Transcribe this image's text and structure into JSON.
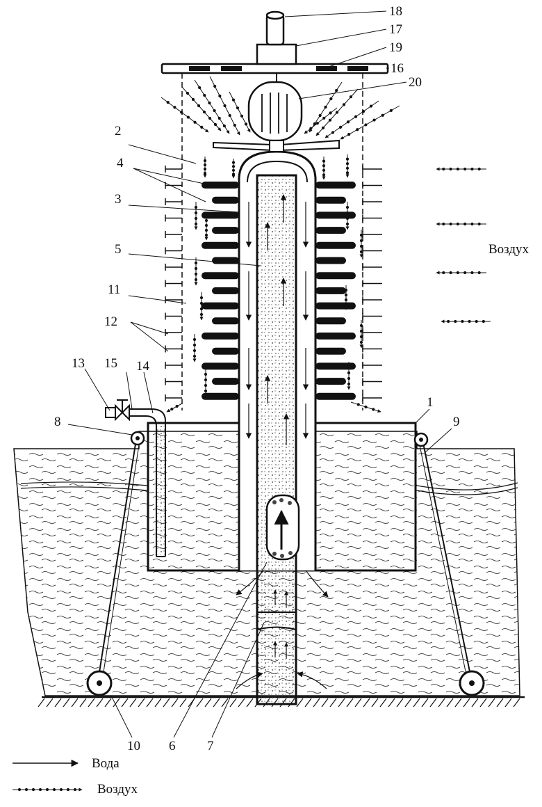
{
  "diagram": {
    "callouts": [
      "1",
      "2",
      "3",
      "4",
      "5",
      "6",
      "7",
      "8",
      "9",
      "10",
      "11",
      "12",
      "13",
      "14",
      "15",
      "16",
      "17",
      "18",
      "19",
      "20"
    ],
    "air_label": "Воздух"
  },
  "legend": {
    "water": "Вода",
    "air": "Воздух"
  }
}
